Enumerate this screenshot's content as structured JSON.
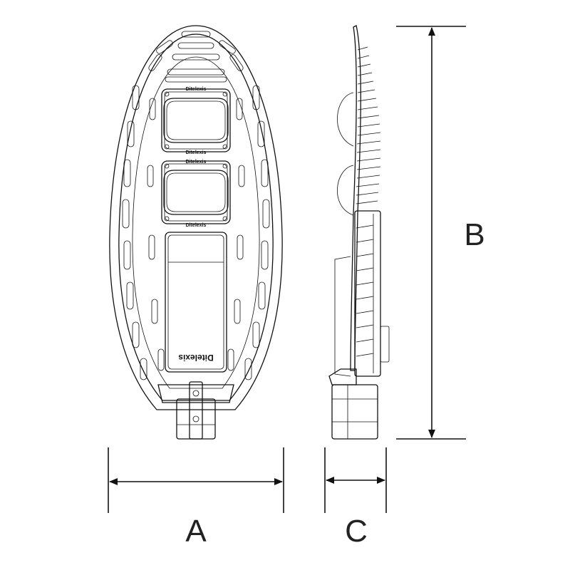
{
  "dimensions": {
    "width_label": "A",
    "height_label": "B",
    "depth_label": "C"
  },
  "product": {
    "brand_text": "Ditelexis"
  }
}
